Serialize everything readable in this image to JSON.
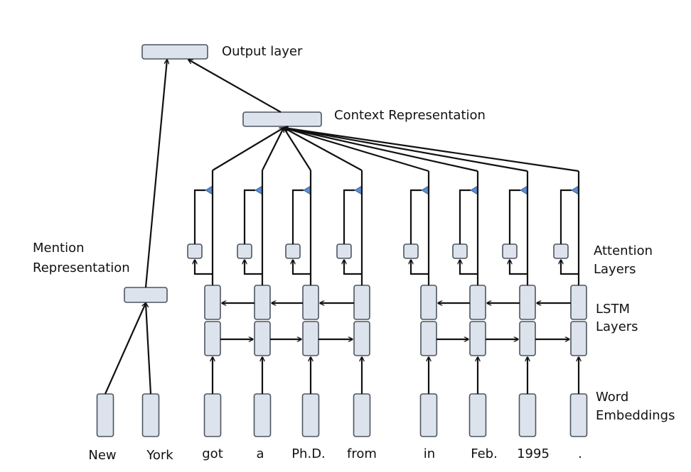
{
  "labels": {
    "output_layer": "Output layer",
    "context_representation": "Context Representation",
    "mention_line1": "Mention",
    "mention_line2": "Representation",
    "attention_line1": "Attention",
    "attention_line2": "Layers",
    "lstm_line1": "LSTM",
    "lstm_line2": "Layers",
    "embed_line1": "Word",
    "embed_line2": "Embeddings"
  },
  "mention_words": [
    "New",
    "York"
  ],
  "left_context_words": [
    "got",
    "a",
    "Ph.D.",
    "from"
  ],
  "right_context_words": [
    "in",
    "Feb.",
    "1995",
    "."
  ]
}
